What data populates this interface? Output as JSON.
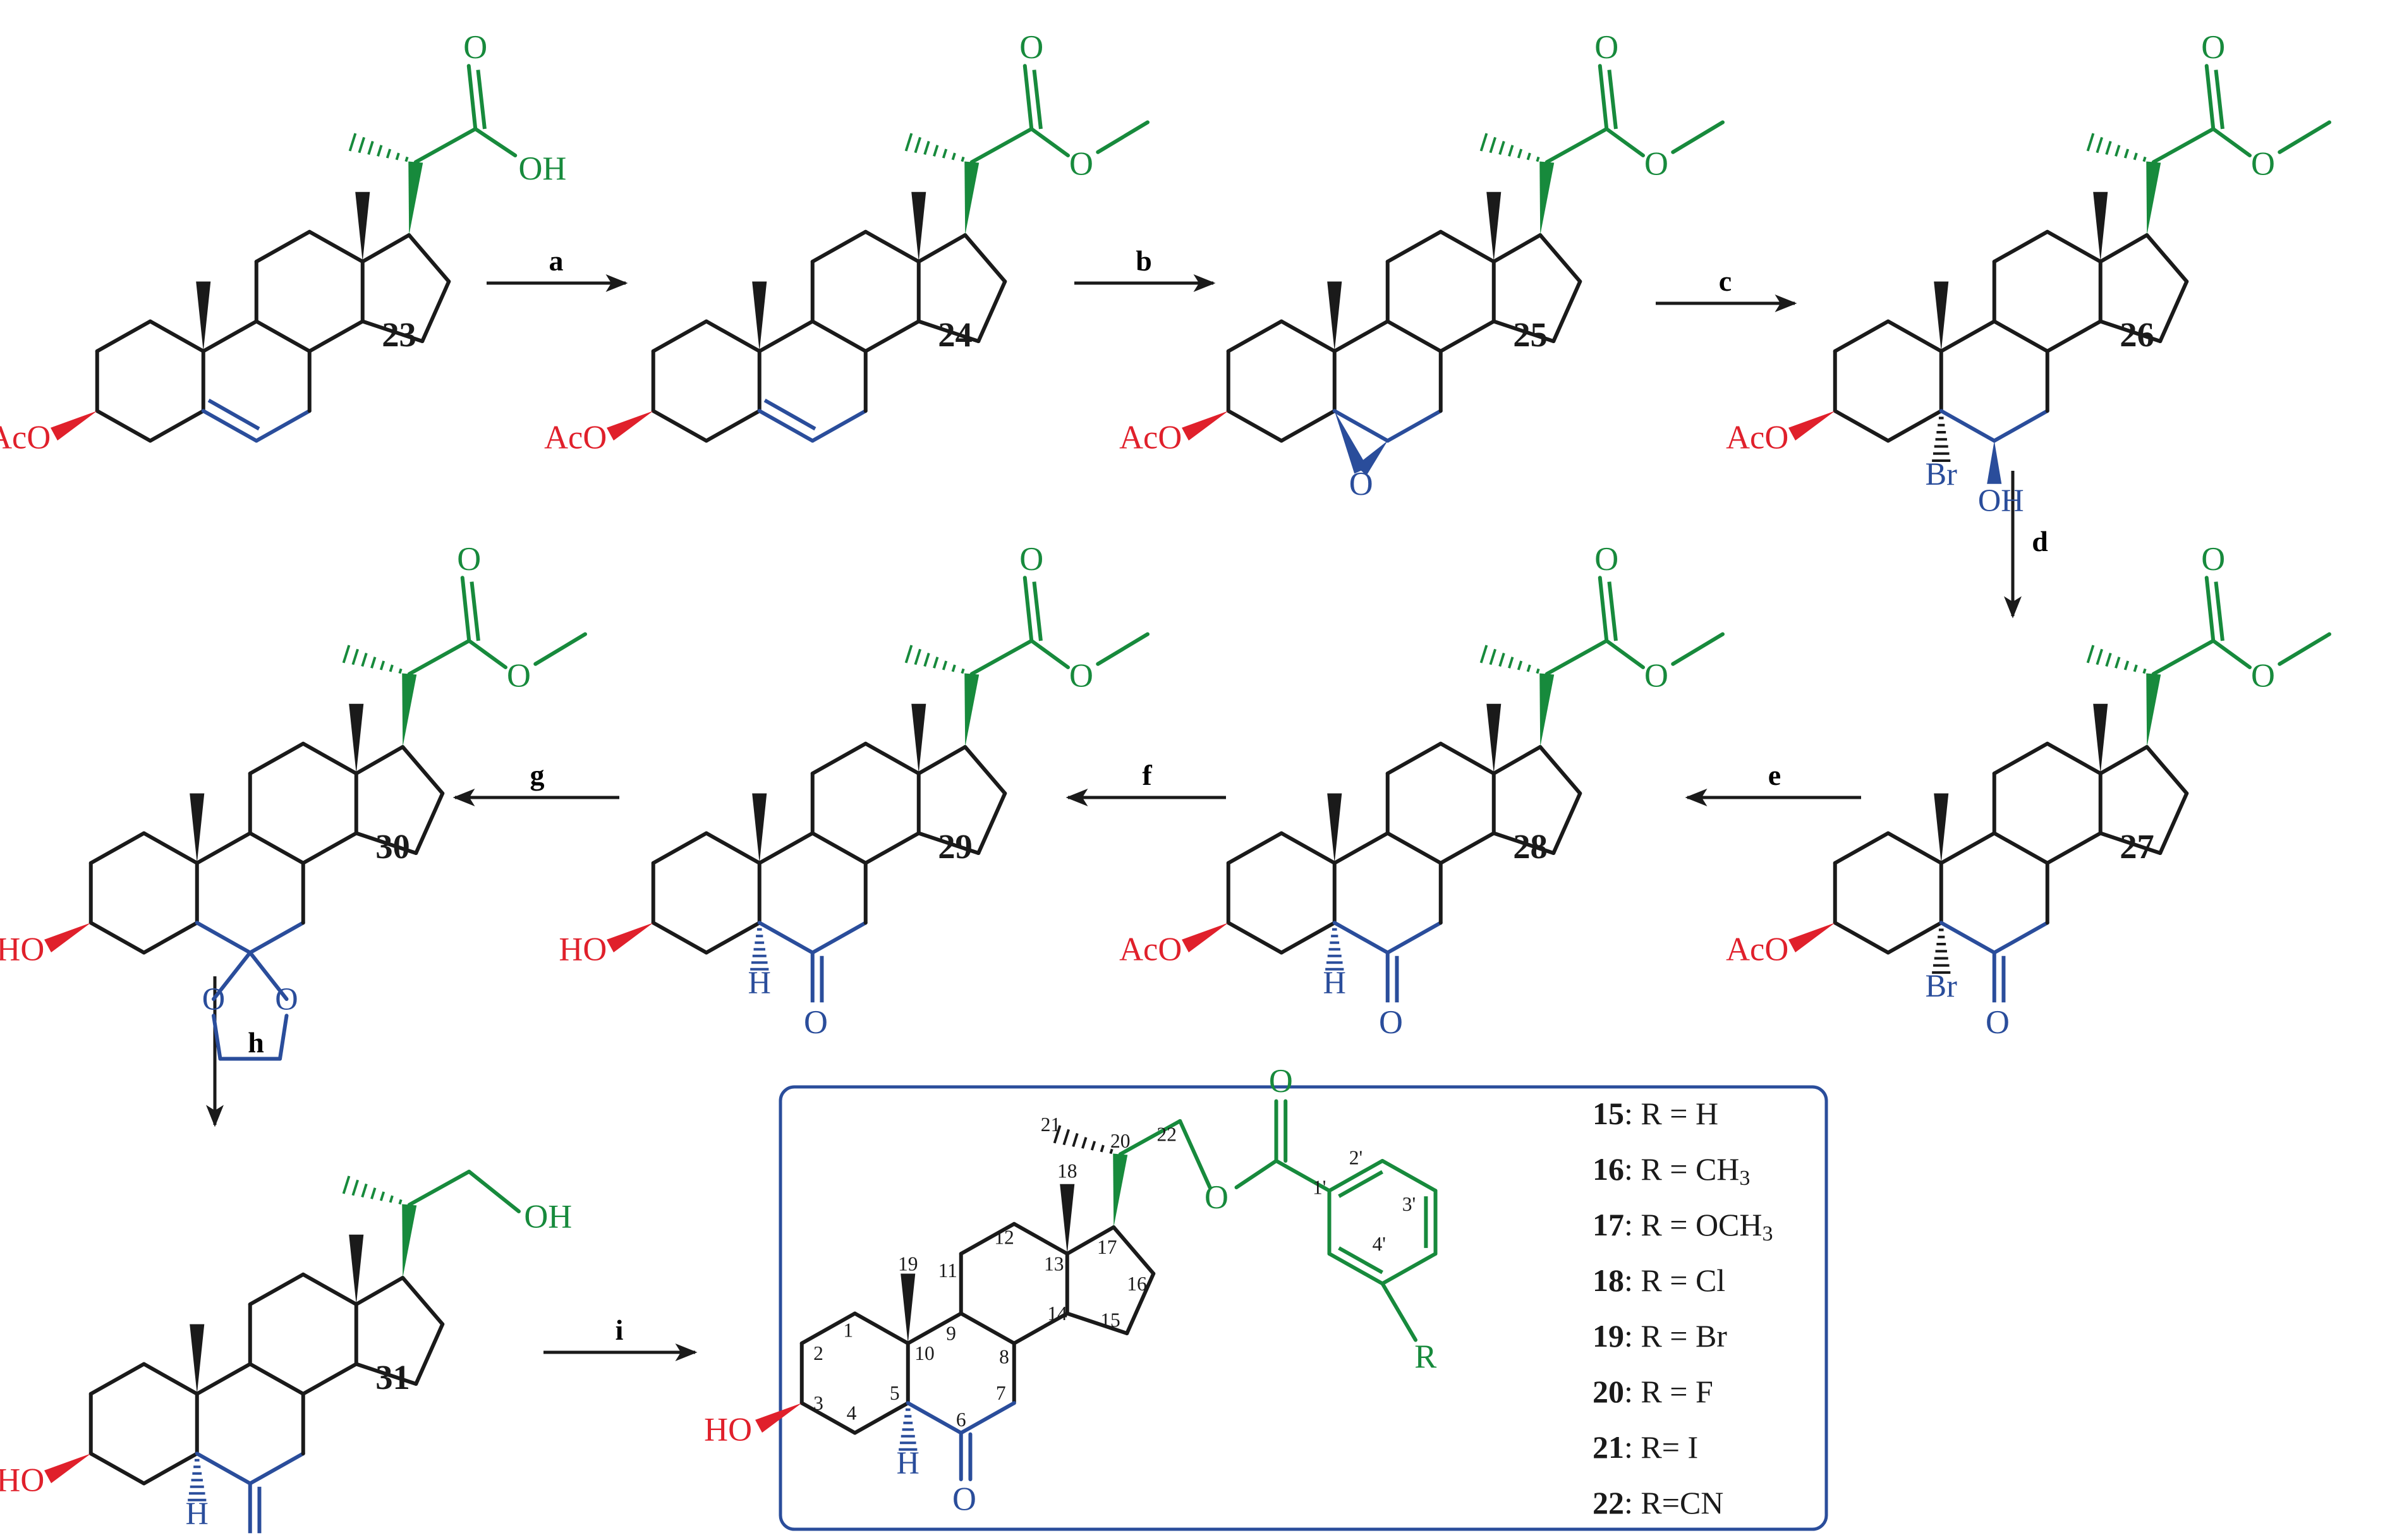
{
  "colors": {
    "black": "#1a1a1a",
    "green": "#178a3c",
    "blue": "#2a4d9b",
    "red": "#e0202b",
    "box": "#2a4d9b"
  },
  "compounds": [
    {
      "id": "23",
      "side": "acid",
      "r3": "AcO",
      "b": "alkene"
    },
    {
      "id": "24",
      "side": "ester",
      "r3": "AcO",
      "b": "alkene"
    },
    {
      "id": "25",
      "side": "ester",
      "r3": "AcO",
      "b": "epoxide"
    },
    {
      "id": "26",
      "side": "ester",
      "r3": "AcO",
      "b": "bromohydrin"
    },
    {
      "id": "27",
      "side": "ester",
      "r3": "AcO",
      "b": "bromoketone"
    },
    {
      "id": "28",
      "side": "ester",
      "r3": "AcO",
      "b": "ketone"
    },
    {
      "id": "29",
      "side": "ester",
      "r3": "HO",
      "b": "ketone"
    },
    {
      "id": "30",
      "side": "ester",
      "r3": "HO",
      "b": "ketal"
    },
    {
      "id": "31",
      "side": "alcohol",
      "r3": "HO",
      "b": "ketone"
    }
  ],
  "atom_labels": {
    "OH": "OH",
    "O": "O",
    "H": "H",
    "Br": "Br"
  },
  "arrows": [
    "a",
    "b",
    "c",
    "d",
    "e",
    "f",
    "g",
    "h",
    "i"
  ],
  "final": {
    "numbering": [
      "1",
      "2",
      "3",
      "4",
      "5",
      "6",
      "7",
      "8",
      "9",
      "10",
      "11",
      "12",
      "13",
      "14",
      "15",
      "16",
      "17",
      "18",
      "19",
      "20",
      "21",
      "22"
    ],
    "aryl_numbering": [
      "1'",
      "2'",
      "3'",
      "4'"
    ],
    "hydroxyl": "HO",
    "ketone_o": "O",
    "ring_h": "H",
    "ester_o": "O",
    "carbonyl_o": "O",
    "substituent": "R",
    "legend": [
      {
        "num": "15",
        "rest": ": R = H"
      },
      {
        "num": "16",
        "rest": ": R = CH",
        "sub": "3"
      },
      {
        "num": "17",
        "rest": ": R = OCH",
        "sub": "3"
      },
      {
        "num": "18",
        "rest": ": R = Cl"
      },
      {
        "num": "19",
        "rest": ": R = Br"
      },
      {
        "num": "20",
        "rest": ": R = F"
      },
      {
        "num": "21",
        "rest": ": R= I"
      },
      {
        "num": "22",
        "rest": ": R=CN"
      }
    ]
  }
}
